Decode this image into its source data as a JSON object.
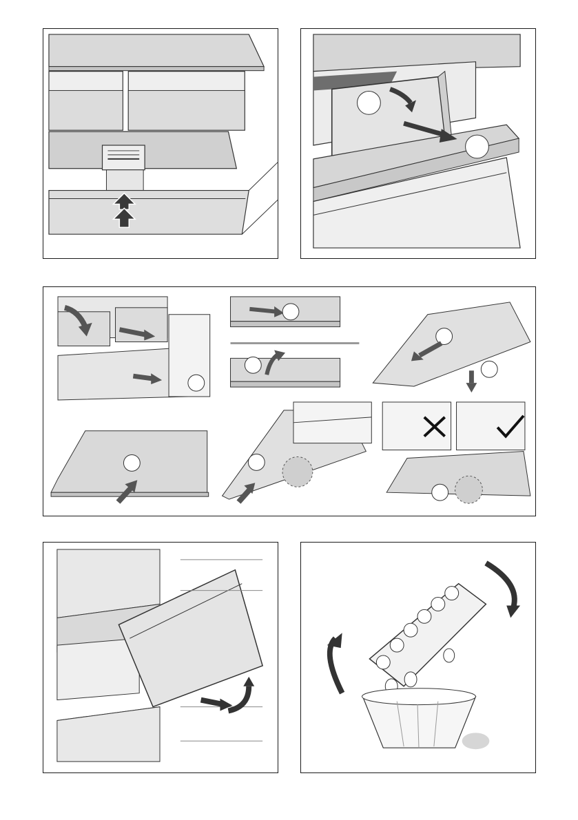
{
  "page": {
    "background": "#ffffff",
    "frame_color": "#1a1a1a"
  },
  "colors": {
    "shelf_fill": "#d9d9d9",
    "shelf_dark": "#bdbdbd",
    "arrow_fill": "#555555",
    "line": "#333333",
    "highlight_circle": "#c8c8c8"
  },
  "figures": [
    {
      "id": "fig-1",
      "subject": "remove-shelf-push-up"
    },
    {
      "id": "fig-2",
      "subject": "pull-out-drawer"
    },
    {
      "id": "fig-3",
      "subject": "glass-shelf-removal-and-insertion",
      "marks": {
        "wrong": "cross-icon",
        "correct": "check-icon"
      }
    },
    {
      "id": "fig-4",
      "subject": "remove-crisper-drawer"
    },
    {
      "id": "fig-5",
      "subject": "egg-tray-emptying"
    }
  ]
}
